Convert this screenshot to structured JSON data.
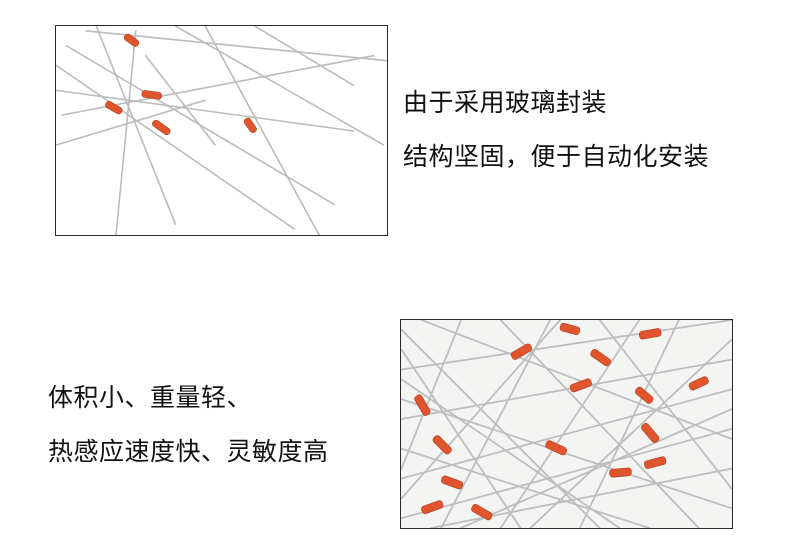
{
  "captions": {
    "line1": "由于采用玻璃封装",
    "line2": "结构坚固，便于自动化安装",
    "line3": "体积小、重量轻、",
    "line4": "热感应速度快、灵敏度高"
  },
  "images": {
    "top": "glass-thermistor-photo",
    "bottom": "glass-thermistor-closeup-photo"
  },
  "colors": {
    "wire": "#b9bbbd",
    "glass_body": "#e0552e",
    "text": "#111111"
  }
}
